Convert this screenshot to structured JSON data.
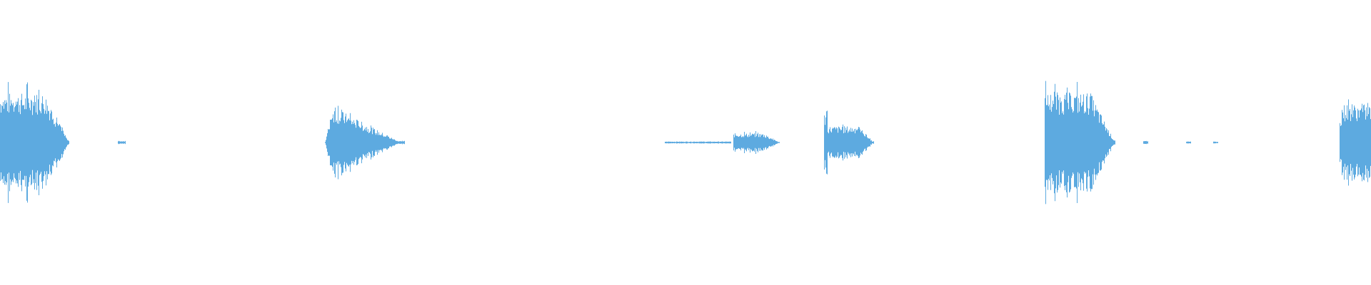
{
  "waveform": {
    "color": "#5DAAE0",
    "background": "#FFFFFF",
    "duration_fraction_segments": [
      {
        "start": 0.0,
        "end": 0.05,
        "peak": 0.97,
        "shape": "burst-decay"
      },
      {
        "start": 0.086,
        "end": 0.091,
        "peak": 0.03,
        "shape": "tick"
      },
      {
        "start": 0.237,
        "end": 0.295,
        "peak": 0.72,
        "shape": "attack-decay"
      },
      {
        "start": 0.485,
        "end": 0.533,
        "peak": 0.02,
        "shape": "flat"
      },
      {
        "start": 0.535,
        "end": 0.568,
        "peak": 0.18,
        "shape": "burst-decay"
      },
      {
        "start": 0.601,
        "end": 0.637,
        "peak": 0.58,
        "shape": "spike-burst"
      },
      {
        "start": 0.762,
        "end": 0.813,
        "peak": 0.98,
        "shape": "burst-decay"
      },
      {
        "start": 0.834,
        "end": 0.837,
        "peak": 0.03,
        "shape": "tick"
      },
      {
        "start": 0.865,
        "end": 0.868,
        "peak": 0.02,
        "shape": "tick"
      },
      {
        "start": 0.885,
        "end": 0.888,
        "peak": 0.02,
        "shape": "tick"
      },
      {
        "start": 0.977,
        "end": 1.0,
        "peak": 0.88,
        "shape": "burst"
      }
    ]
  }
}
